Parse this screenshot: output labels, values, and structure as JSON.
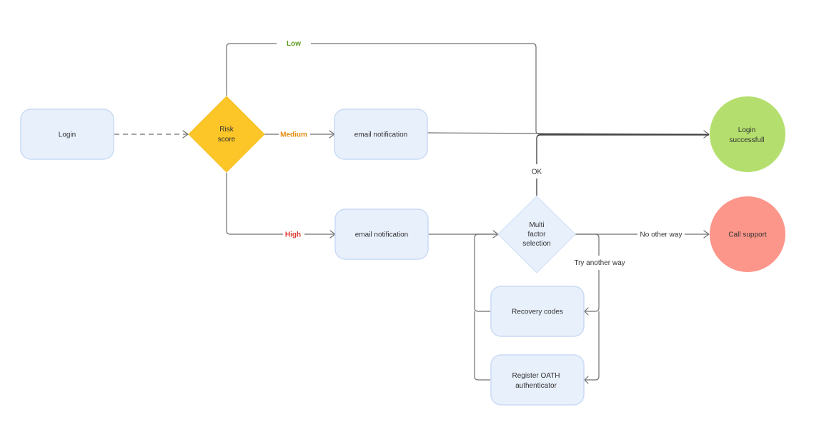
{
  "nodes": {
    "login": "Login",
    "risk_score": [
      "Risk",
      "score"
    ],
    "email_medium": "email notification",
    "email_high": "email notification",
    "login_success": [
      "Login",
      "successfull"
    ],
    "mfa": [
      "Multi",
      "factor",
      "selection"
    ],
    "call_support": "Call support",
    "recovery_codes": "Recovery codes",
    "register_oath": [
      "Register OATH",
      "authenticator"
    ]
  },
  "edge_labels": {
    "low": "Low",
    "medium": "Medium",
    "high": "High",
    "ok": "OK",
    "no_other_way": "No other way",
    "try_another_way": "Try another way"
  },
  "colors": {
    "box_fill": "#e8f0fc",
    "box_stroke": "#c9daf5",
    "diamond_risk": "#fcc628",
    "success": "#b4df6e",
    "support": "#fd968a",
    "low": "#5e9a1f",
    "medium": "#e58a0c",
    "high": "#d93b2b"
  }
}
